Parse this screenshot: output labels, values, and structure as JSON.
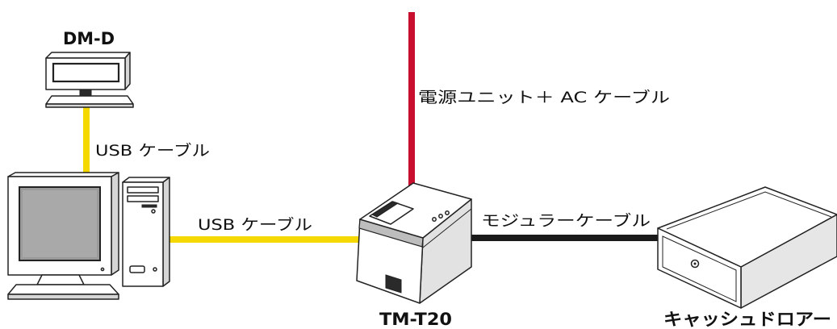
{
  "diagram": {
    "devices": {
      "customer_display": {
        "label": "DM-D"
      },
      "printer": {
        "label": "TM-T20"
      },
      "cash_drawer": {
        "label": "キャッシュドロアー"
      }
    },
    "cables": {
      "display_usb": {
        "label": "USB ケーブル",
        "color": "#f5d800"
      },
      "pc_usb": {
        "label": "USB ケーブル",
        "color": "#f5d800"
      },
      "power": {
        "label": "電源ユニット＋ AC ケーブル",
        "color": "#c8102e"
      },
      "modular": {
        "label": "モジュラーケーブル",
        "color": "#1a1a1a"
      }
    }
  }
}
